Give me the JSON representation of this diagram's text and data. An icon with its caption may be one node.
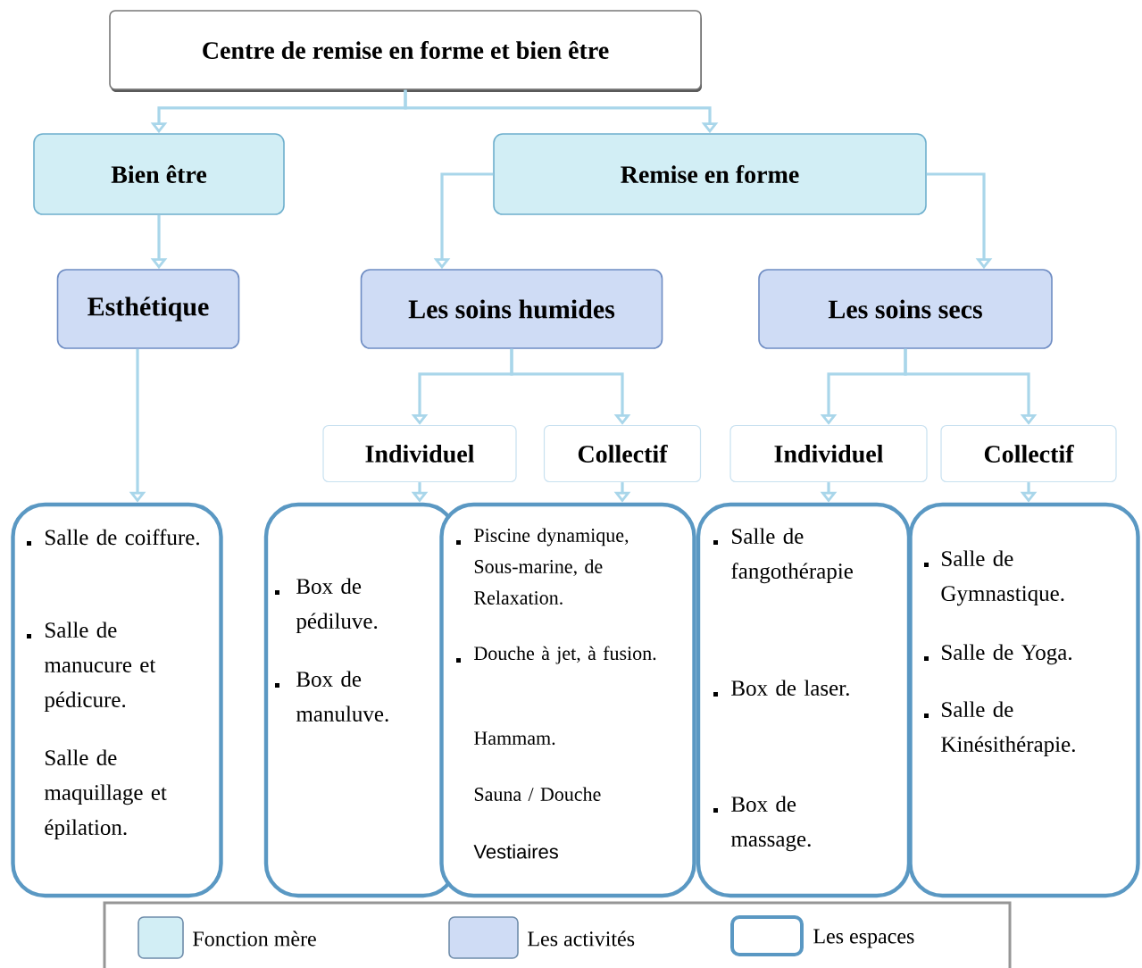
{
  "diagram": {
    "nodes": [
      {
        "text": [
          "Centre de remise en forme et bien être"
        ]
      },
      {
        "text": [
          "Bien être"
        ]
      },
      {
        "text": [
          "Remise en forme"
        ]
      },
      {
        "text": [
          "Esthétique"
        ]
      },
      {
        "text": [
          "Les soins humides"
        ]
      },
      {
        "text": [
          "Les soins secs"
        ]
      },
      {
        "text": [
          "Individuel"
        ]
      },
      {
        "text": [
          "Collectif"
        ]
      },
      {
        "text": [
          "Individuel"
        ]
      },
      {
        "text": [
          "Collectif"
        ]
      },
      {
        "text": [
          "Salle de coiffure.",
          "Salle de manucure et pédicure.",
          "Salle de maquillage et épilation."
        ]
      },
      {
        "text": [
          "Box de pédiluve.",
          "Box de manuluve."
        ]
      },
      {
        "text": [
          "Piscine dynamique, Sous-marine, de Relaxation.",
          "Douche à jet, à fusion.",
          "Hammam.",
          "Sauna / Douche",
          "Vestiaires"
        ]
      },
      {
        "text": [
          "Salle de fangothérapie",
          "Box de laser.",
          "Box de massage."
        ]
      },
      {
        "text": [
          "Salle de Gymnastique.",
          "Salle de Yoga.",
          "Salle de Kinésithérapie."
        ]
      }
    ],
    "edges": [
      {
        "from": 0,
        "to": 1,
        "arrow": "to"
      },
      {
        "from": 0,
        "to": 2,
        "arrow": "to"
      },
      {
        "from": 1,
        "to": 3,
        "arrow": "to"
      },
      {
        "from": 2,
        "to": 4,
        "arrow": "to"
      },
      {
        "from": 2,
        "to": 5,
        "arrow": "to"
      },
      {
        "from": 3,
        "to": 10,
        "arrow": "to"
      },
      {
        "from": 4,
        "to": 6,
        "arrow": "to"
      },
      {
        "from": 4,
        "to": 7,
        "arrow": "to"
      },
      {
        "from": 5,
        "to": 8,
        "arrow": "to"
      },
      {
        "from": 5,
        "to": 9,
        "arrow": "to"
      },
      {
        "from": 6,
        "to": 11,
        "arrow": "to"
      },
      {
        "from": 7,
        "to": 12,
        "arrow": "to"
      },
      {
        "from": 8,
        "to": 13,
        "arrow": "to"
      },
      {
        "from": 9,
        "to": 14,
        "arrow": "to"
      }
    ],
    "legend": [
      {
        "text": "Fonction mère",
        "color": "#d2eef5"
      },
      {
        "text": "Les activités",
        "color": "#cfdcf5"
      },
      {
        "text": "Les espaces"
      }
    ]
  }
}
